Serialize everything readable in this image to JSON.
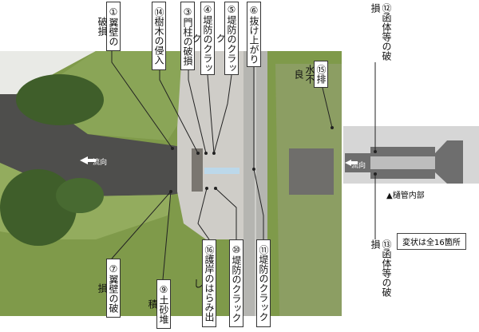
{
  "labels": {
    "l1": "①翼壁の破損",
    "l14": "⑭樹木の侵入",
    "l3": "③門柱の破損",
    "l4": "④堤防のクラック",
    "l5": "⑤堤防のクラック",
    "l6": "⑥抜け上がり",
    "l15": "⑮排水不良",
    "l7": "⑦翼壁の破損",
    "l9": "⑨土砂堆積",
    "l16": "⑯護岸のはらみ出し",
    "l10": "⑩堤防のクラック",
    "l11": "⑪堤防のクラック",
    "l12": "⑫函体等の破損",
    "l13": "⑬函体等の破損"
  },
  "flow_main": "流向",
  "flow_side": "流向",
  "section_label": "▲樋管内部",
  "summary_note": "変状は全16箇所",
  "colors": {
    "grass": "#7f9a4a",
    "water": "#4e4e4c",
    "road": "#b5b5b1",
    "paving": "#cfcdc8",
    "tree": "#3f5e2a"
  },
  "icons": {
    "flow_arrow": "arrow-left-icon",
    "marker": "triangle-marker-icon"
  }
}
